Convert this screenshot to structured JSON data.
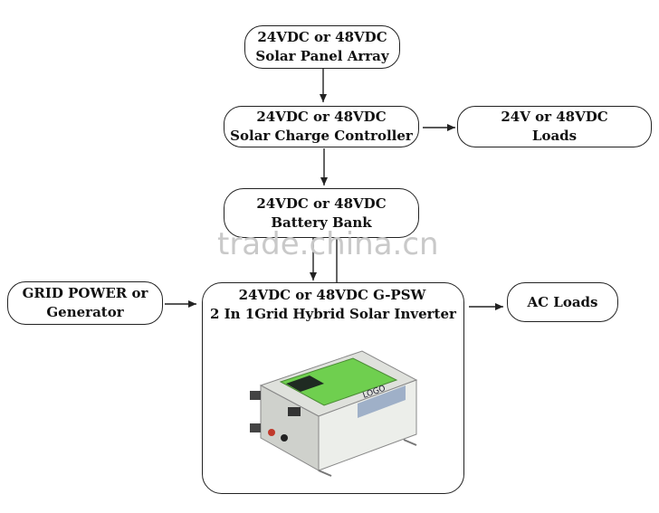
{
  "nodes": {
    "panel": {
      "line1": "24VDC or 48VDC",
      "line2": "Solar Panel Array"
    },
    "controller": {
      "line1": "24VDC or 48VDC",
      "line2": "Solar Charge Controller"
    },
    "loads": {
      "line1": "24V or 48VDC",
      "line2": "Loads"
    },
    "battery": {
      "line1": "24VDC or 48VDC",
      "line2": "Battery Bank"
    },
    "grid": {
      "line1": "GRID POWER or",
      "line2": "Generator"
    },
    "inverter": {
      "line1": "24VDC or 48VDC G-PSW",
      "line2": "2 In 1Grid Hybrid Solar Inverter"
    },
    "acloads": {
      "line1": "AC Loads"
    }
  },
  "device": {
    "brand": "LOGO"
  },
  "watermark": "trade.china.cn",
  "colors": {
    "stroke": "#222222",
    "device_body": "#eceeea",
    "device_screen": "#6fcf4f"
  }
}
